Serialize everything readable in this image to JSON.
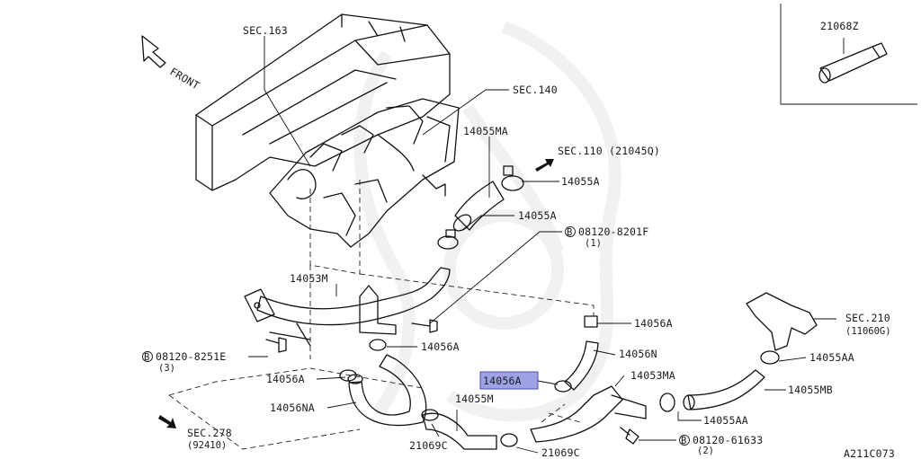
{
  "diagram": {
    "labels": {
      "sec163": "SEC.163",
      "sec140": "SEC.140",
      "front": "FRONT",
      "p14055ma": "14055MA",
      "sec110": "SEC.110 (21045Q)",
      "p14055a_1": "14055A",
      "p14055a_2": "14055A",
      "bolt1_num": "08120-8201F",
      "bolt1_qty": "(1)",
      "p14053m": "14053M",
      "p14056a_1": "14056A",
      "p14056n": "14056N",
      "sec210": "SEC.210",
      "sec210_sub": "(11060G)",
      "p14055aa_1": "14055AA",
      "bolt2_num": "08120-8251E",
      "bolt2_qty": "(3)",
      "p14056a_2": "14056A",
      "p14056a_3": "14056A",
      "p14056a_sel": "14056A",
      "p14053ma": "14053MA",
      "p14055mb": "14055MB",
      "p14056na": "14056NA",
      "p14055m": "14055M",
      "p14055aa_2": "14055AA",
      "sec278": "SEC.278",
      "sec278_sub": "(92410)",
      "p21069c_1": "21069C",
      "p21069c_2": "21069C",
      "bolt3_num": "08120-61633",
      "bolt3_qty": "(2)",
      "p21068z": "21068Z",
      "drawing_id": "A211C073",
      "bolt_mark": "B"
    },
    "highlight_color": "#9fa3e6"
  }
}
